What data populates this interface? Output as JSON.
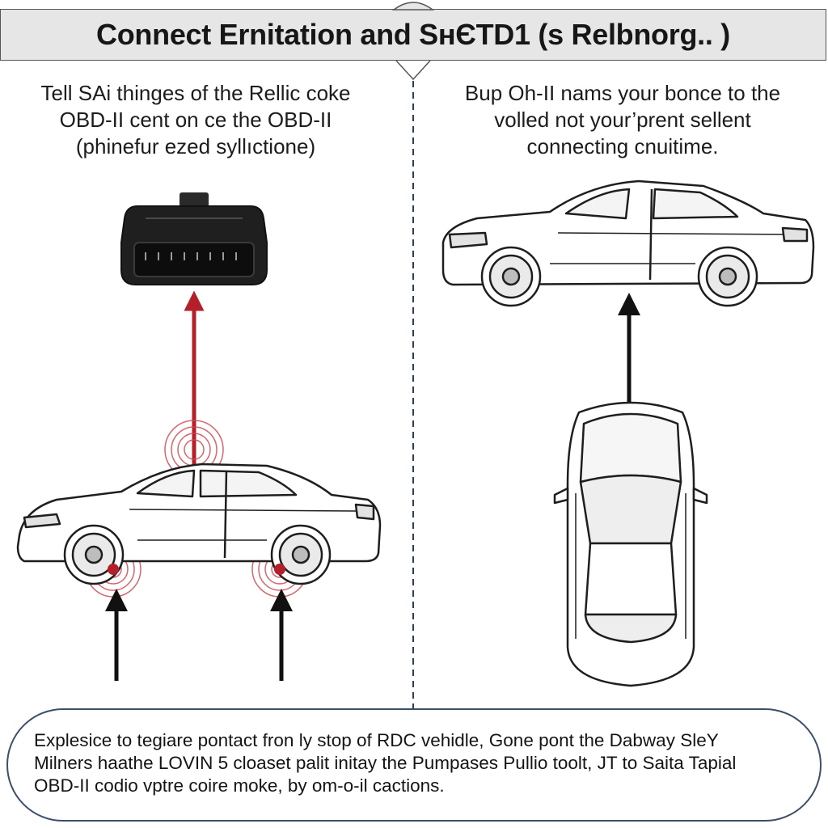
{
  "header": {
    "title": "Connect Ernitation and SнЄTD1 (s Relbnorg.. )"
  },
  "left_panel": {
    "caption_lines": [
      "Tell SAi thinges of the Rellic coke",
      "OBD-II cent on ce the OBD-II",
      "(phinefur ezed syllıctione)"
    ]
  },
  "right_panel": {
    "caption_lines": [
      "Bup Oh-II nams your bonce to the",
      "volled not your’prent sellent",
      "connecting cnuitime."
    ]
  },
  "footer": {
    "lines": [
      "Explesice to tegiare pontact fron ly stop of RDC vehidle, Gone pont the Dabway SleY",
      "Milners haathe LOVIN 5 cloaset palit initay the Pumpases Pullio toolt, JT to Saita Tapial",
      "OBD-II codio vptre coire moke, by om-o-il cactions."
    ]
  },
  "colors": {
    "accent_red": "#b3202a",
    "signal_red": "#d24a55",
    "arrow_black": "#111111",
    "divider": "#2e3e58",
    "footer_border": "#3c4f6a"
  },
  "icons": [
    "obd-connector-icon",
    "sedan-side-icon",
    "sedan-top-icon",
    "signal-ripple-icon",
    "up-arrow-icon"
  ]
}
